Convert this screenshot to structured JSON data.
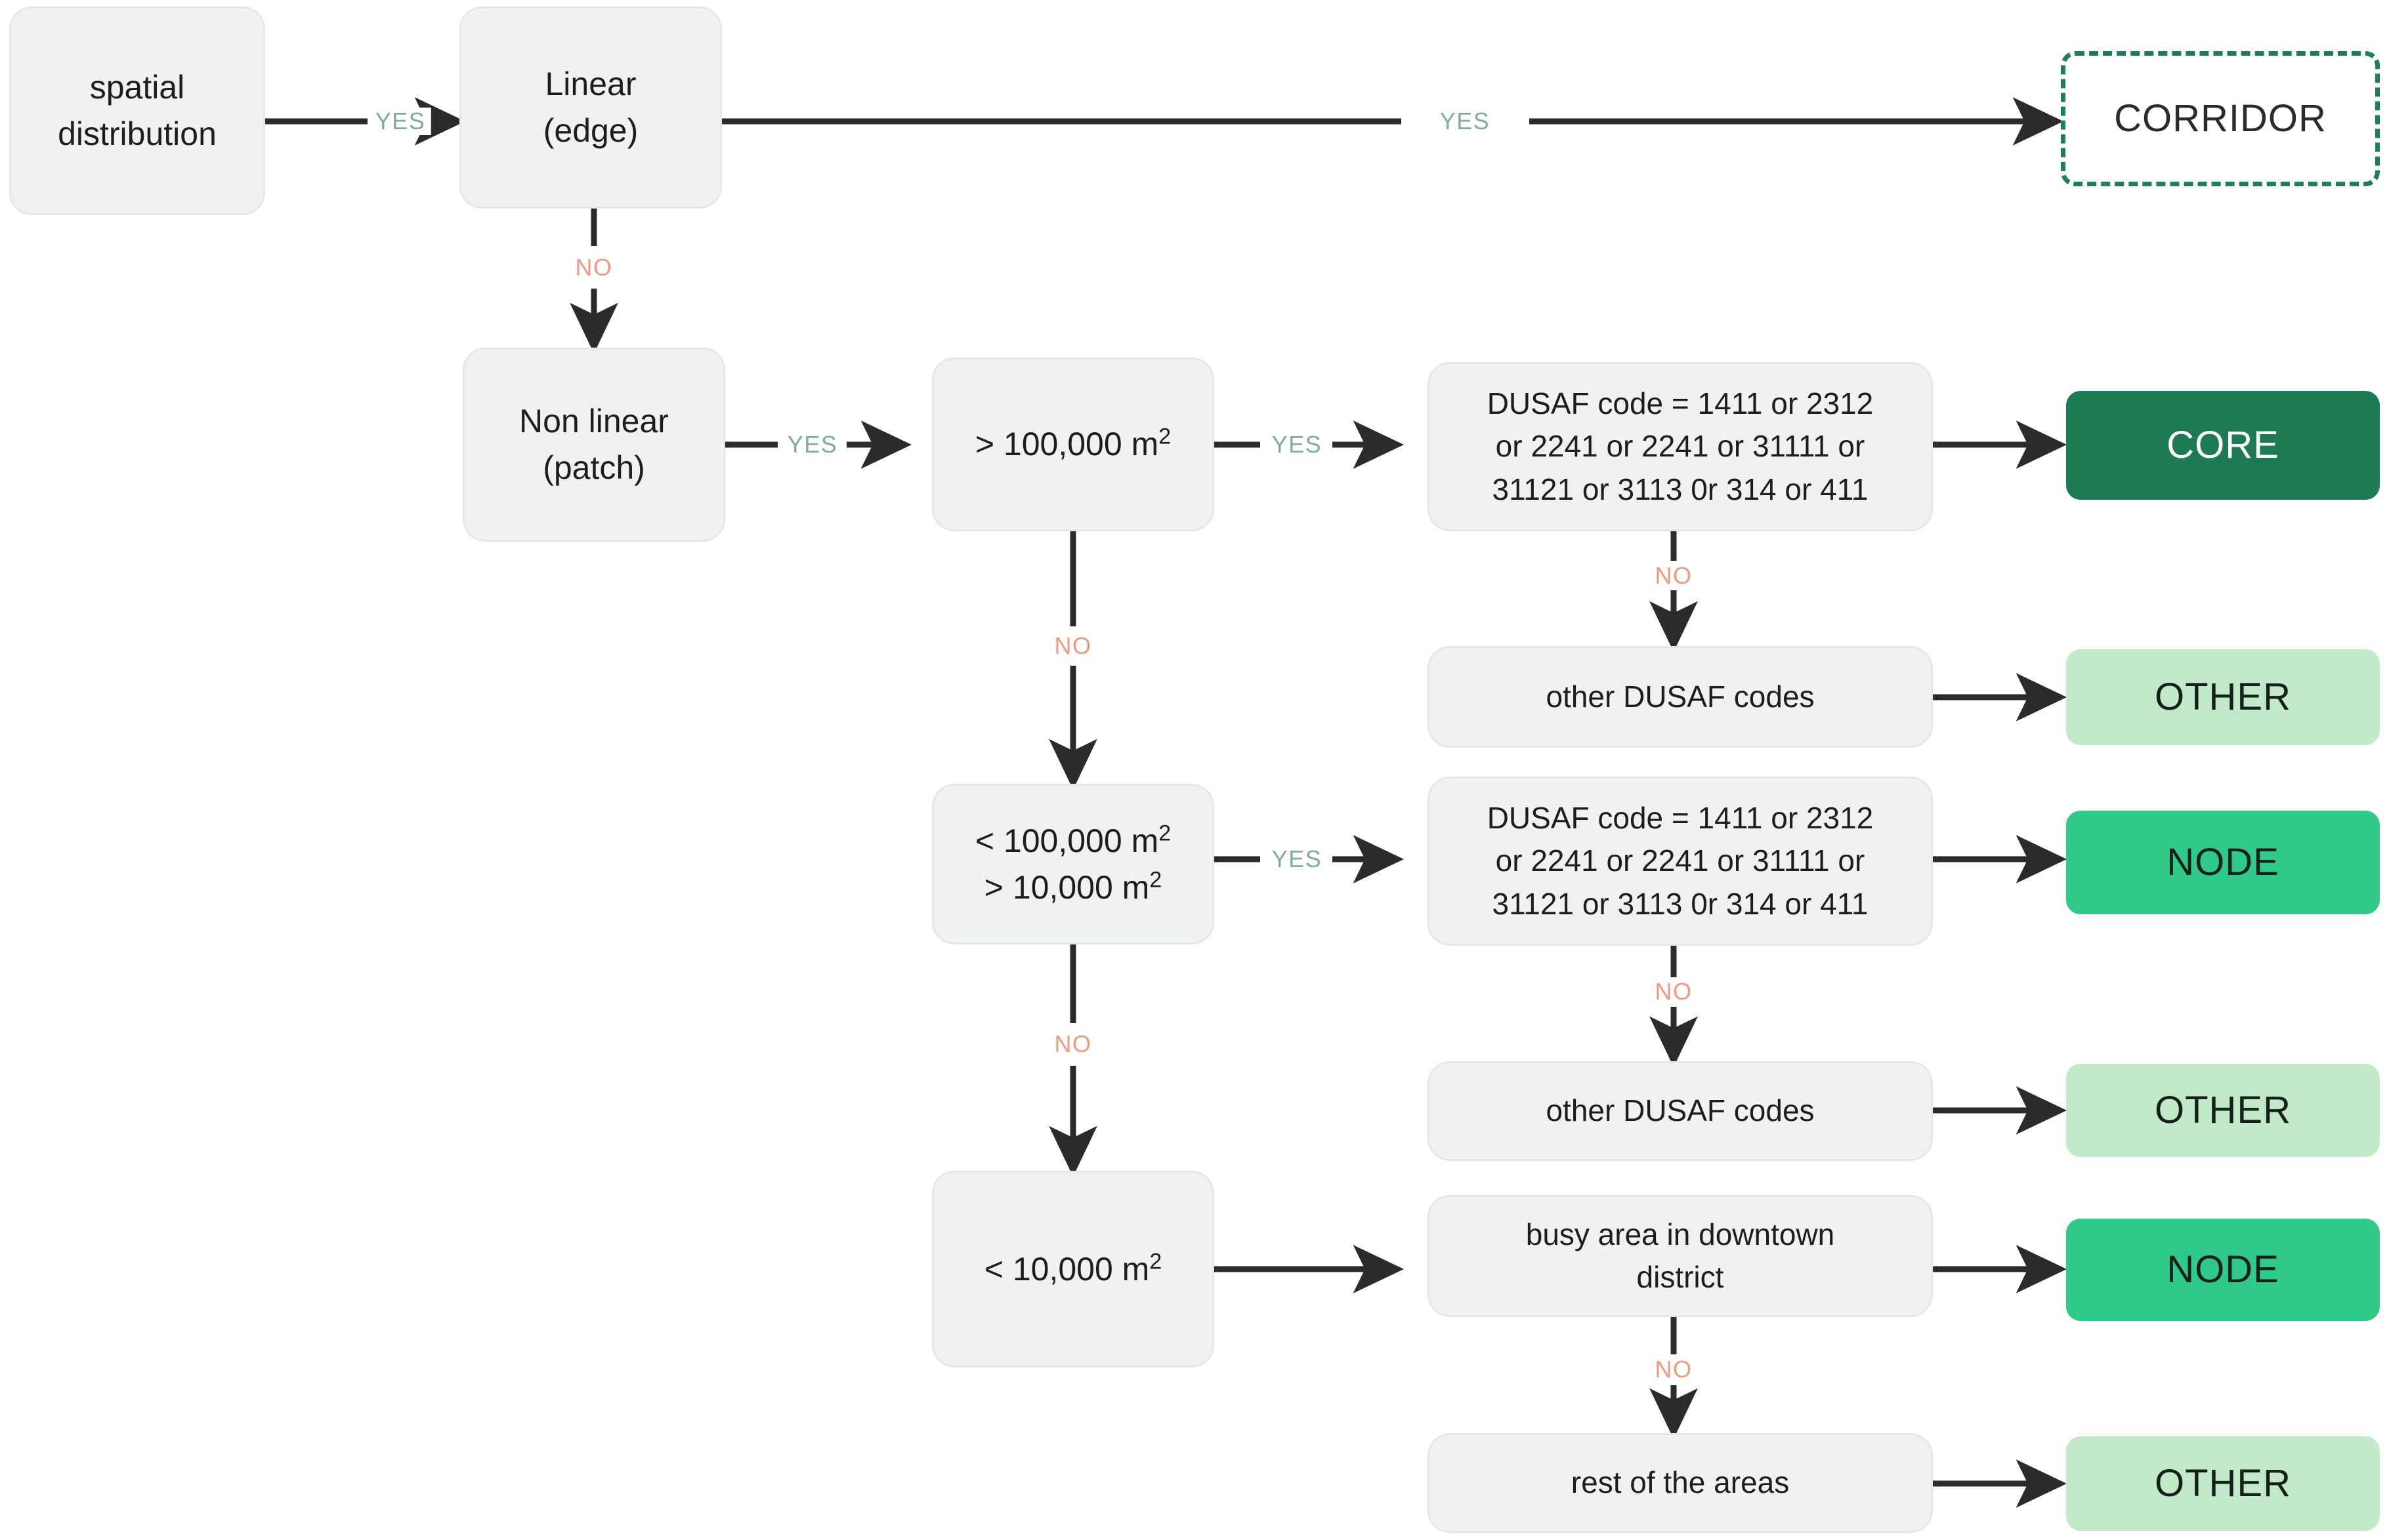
{
  "diagram": {
    "title": "Spatial distribution classification decision tree",
    "colors": {
      "box_fill": "#eff2f0",
      "box_border": "#e4e8e6",
      "corridor_border": "#1e7f55",
      "core_fill": "#1d7a53",
      "node_fill": "#2fc98a",
      "other_fill": "#c2e9c8",
      "yes_label": "#7fae97",
      "no_label": "#ef9a7e",
      "connector": "#2b2b2b"
    },
    "nodes": {
      "spatial_distribution": {
        "line1": "spatial",
        "line2": "distribution"
      },
      "linear_edge": {
        "line1": "Linear",
        "line2": "(edge)"
      },
      "corridor": {
        "label": "CORRIDOR"
      },
      "non_linear_patch": {
        "line1": "Non linear",
        "line2": "(patch)"
      },
      "gt_100000": {
        "prefix": "> 100,000 m",
        "sup": "2"
      },
      "dusaf_codes_core": {
        "line1": "DUSAF code = 1411 or 2312",
        "line2": "or 2241 or 2241 or 31111 or",
        "line3": "31121 or 3113 0r 314 or 411"
      },
      "core": {
        "label": "CORE"
      },
      "other_dusaf_1": {
        "label": "other DUSAF codes"
      },
      "other_1": {
        "label": "OTHER"
      },
      "lt_100000_gt_10000": {
        "line1_prefix": "< 100,000 m",
        "line1_sup": "2",
        "line2_prefix": "> 10,000 m",
        "line2_sup": "2"
      },
      "dusaf_codes_node": {
        "line1": "DUSAF code = 1411 or 2312",
        "line2": "or 2241 or 2241 or 31111 or",
        "line3": "31121 or 3113 0r 314 or 411"
      },
      "node_1": {
        "label": "NODE"
      },
      "other_dusaf_2": {
        "label": "other DUSAF codes"
      },
      "other_2": {
        "label": "OTHER"
      },
      "lt_10000": {
        "prefix": "< 10,000 m",
        "sup": "2"
      },
      "busy_downtown": {
        "line1": "busy area in downtown",
        "line2": "district"
      },
      "node_2": {
        "label": "NODE"
      },
      "rest_of_areas": {
        "label": "rest of the areas"
      },
      "other_3": {
        "label": "OTHER"
      }
    },
    "edge_labels": {
      "yes_spatial_to_linear": "YES",
      "yes_linear_to_corridor": "YES",
      "no_linear_to_patch": "NO",
      "yes_patch_to_gt100k": "YES",
      "yes_gt100k_to_dusaf": "YES",
      "no_gt100k_to_lt100k": "NO",
      "no_dusaf_core_to_other": "NO",
      "yes_lt100k_to_dusaf": "YES",
      "no_lt100k_to_lt10k": "NO",
      "no_dusaf_node_to_other": "NO",
      "no_busy_to_rest": "NO"
    }
  }
}
